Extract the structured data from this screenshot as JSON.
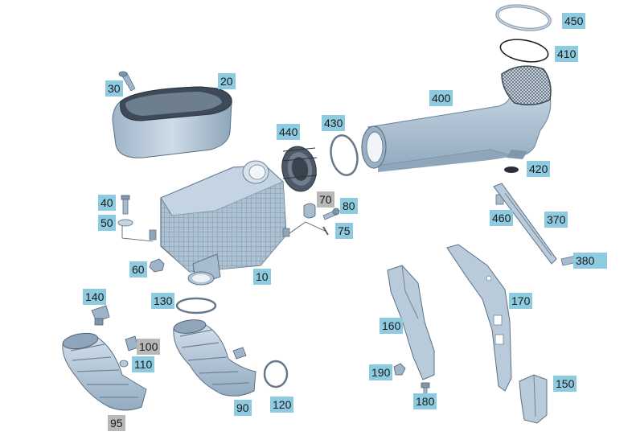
{
  "colors": {
    "part_fill": "#b9cbdb",
    "part_shade": "#8fa6bb",
    "part_dark": "#4f6275",
    "label_blue": "#8fcbe0",
    "label_gray": "#b8b8b8",
    "leader": "#555555"
  },
  "callouts": {
    "c450": "450",
    "c410": "410",
    "c400": "400",
    "c420": "420",
    "c20": "20",
    "c30": "30",
    "c440": "440",
    "c430": "430",
    "c70": "70",
    "c80": "80",
    "c75": "75",
    "c40": "40",
    "c50": "50",
    "c60": "60",
    "c10": "10",
    "c460": "460",
    "c370": "370",
    "c380": "380",
    "c140": "140",
    "c130": "130",
    "c100": "100",
    "c110": "110",
    "c160": "160",
    "c170": "170",
    "c190": "190",
    "c180": "180",
    "c150": "150",
    "c95": "95",
    "c90": "90",
    "c120": "120"
  }
}
